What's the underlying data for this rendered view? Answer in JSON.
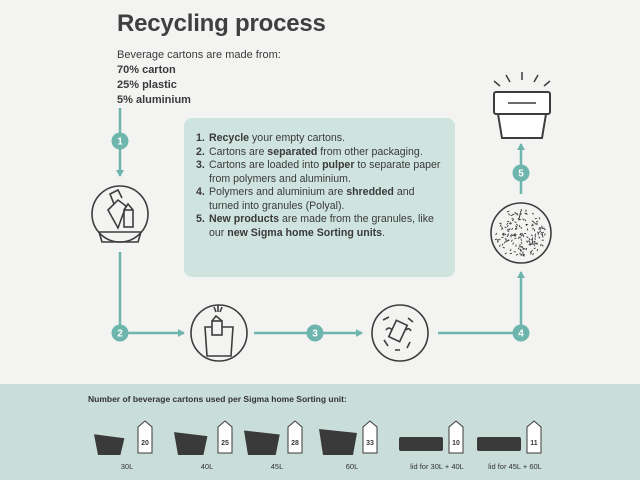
{
  "title": "Recycling process",
  "intro": {
    "lead": "Beverage cartons are made from:",
    "components": [
      "70% carton",
      "25% plastic",
      "5% aluminium"
    ]
  },
  "step_badges": [
    "1",
    "2",
    "3",
    "4",
    "5"
  ],
  "steps": [
    {
      "num": "1.",
      "parts": [
        {
          "t": "Recycle",
          "b": true
        },
        {
          "t": " your empty cartons.",
          "b": false
        }
      ]
    },
    {
      "num": "2.",
      "parts": [
        {
          "t": "Cartons are ",
          "b": false
        },
        {
          "t": "separated",
          "b": true
        },
        {
          "t": " from other packaging.",
          "b": false
        }
      ]
    },
    {
      "num": "3.",
      "parts": [
        {
          "t": "Cartons are loaded into ",
          "b": false
        },
        {
          "t": "pulper",
          "b": true
        },
        {
          "t": " to separate paper from polymers and aluminium.",
          "b": false
        }
      ]
    },
    {
      "num": "4.",
      "parts": [
        {
          "t": "Polymers and aluminium are ",
          "b": false
        },
        {
          "t": "shredded",
          "b": true
        },
        {
          "t": " and turned into granules (Polyal).",
          "b": false
        }
      ]
    },
    {
      "num": "5.",
      "parts": [
        {
          "t": "New products",
          "b": true
        },
        {
          "t": " are made from the granules, like our ",
          "b": false
        },
        {
          "t": "new Sigma home Sorting units",
          "b": true
        },
        {
          "t": ".",
          "b": false
        }
      ]
    }
  ],
  "colors": {
    "accent": "#6db5ad",
    "box": "#cfe3df",
    "bottom": "#c9ddd9",
    "icon": "#3d3d3d"
  },
  "bottom": {
    "heading": "Number of beverage cartons used per Sigma home Sorting unit:",
    "units": [
      {
        "label": "30L",
        "count": "20"
      },
      {
        "label": "40L",
        "count": "25"
      },
      {
        "label": "45L",
        "count": "28"
      },
      {
        "label": "60L",
        "count": "33"
      },
      {
        "label": "lid for 30L + 40L",
        "count": "10"
      },
      {
        "label": "lid for 45L + 60L",
        "count": "11"
      }
    ]
  }
}
